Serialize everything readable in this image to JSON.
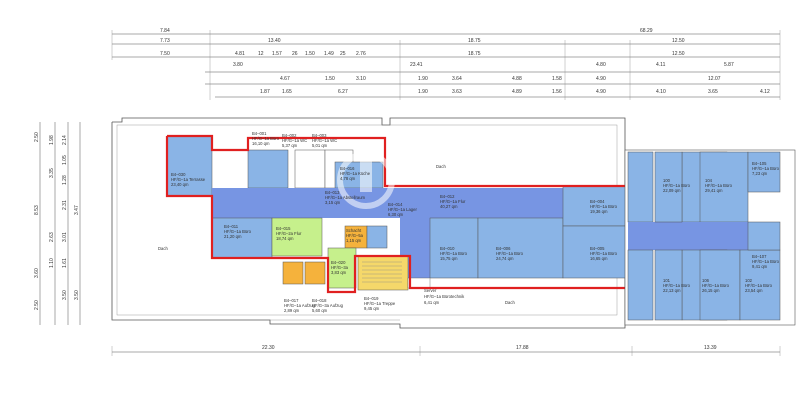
{
  "dims": {
    "row1": [
      "7.84",
      "68.29"
    ],
    "row2": [
      "7.73",
      "13.40",
      "18.75",
      "12.50"
    ],
    "row3": [
      "7.50",
      "4.81",
      "12",
      "1.57",
      "26",
      "1.50",
      "1.49",
      "25",
      "2.76",
      "18.75",
      "12.50"
    ],
    "row4": [
      "3.80",
      "23.41",
      "4.80",
      "4.11",
      "5.87"
    ],
    "row5": [
      "4.67",
      "1.50",
      "3.10",
      "1.90",
      "3.64",
      "4.88",
      "1.58",
      "4.90",
      "12.07"
    ],
    "row6": [
      "1.87",
      "1.65",
      "6.27",
      "1.90",
      "3.63",
      "4.89",
      "1.56",
      "4.90",
      "4.10",
      "3.65",
      "4.12"
    ],
    "left_outer": [
      "2.50",
      "8.53",
      "3.60",
      "2.50"
    ],
    "left_mid": [
      "1.98",
      "2.14",
      "3.35",
      "1.05",
      "1.28",
      "3.47",
      "2.31",
      "2.63",
      "3.01",
      "1.61",
      "1.10",
      "3.50",
      "3.50"
    ],
    "bottom": [
      "22.30",
      "17.88",
      "13.39"
    ]
  },
  "labels": {
    "dach_left": "Dach",
    "dach_top": "Dach",
    "dach_bottom": "Dach",
    "terrasse": [
      "B4–030",
      "HF/G–1a Terrasse",
      "23,40 qm"
    ],
    "r001": [
      "B4–001",
      "HF/G–1a Büro",
      "16,10 qm"
    ],
    "r002": [
      "B4–002",
      "HF/G–1a WC",
      "5,37 qm"
    ],
    "r003": [
      "B4–003",
      "HF/G–1a WC",
      "5,01 qm"
    ],
    "r004": [
      "B4–004",
      "HF/G–1a Büro",
      "19,36 qm"
    ],
    "r005": [
      "B4–005",
      "HF/G–1a Büro",
      "16,65 qm"
    ],
    "r006": [
      "B4–006",
      "HF/G–1a Büro",
      "24,74 qm"
    ],
    "r010": [
      "B4–010",
      "HF/G–1a Büro",
      "15,75 qm"
    ],
    "r011": [
      "B4–011",
      "HF/G–1a Büro",
      "21,20 qm"
    ],
    "r012": [
      "B4–012",
      "HF/G–1a Flur",
      "40,27 qm"
    ],
    "r013": [
      "B4–013",
      "HF/G–1a Abstellraum",
      "3,15 qm"
    ],
    "r014": [
      "B4–014",
      "HF/G–1a Lager",
      "6,30 qm"
    ],
    "r015": [
      "B4–015",
      "HF/G–2a Flur",
      "18,74 qm"
    ],
    "r016": [
      "B4–016",
      "HF/G–1a Küche",
      "4,78 qm"
    ],
    "r017": [
      "B4–017",
      "HF/G–1a Aufzug",
      "2,89 qm"
    ],
    "r018": [
      "B4–018",
      "HF/G–3a Aufzug",
      "5,60 qm"
    ],
    "r019": [
      "B4–019",
      "HF/G–1a Treppe",
      "9,45 qm"
    ],
    "r020": [
      "B4–020",
      "HF/G–3a",
      "3,83 qm"
    ],
    "r021": [
      "Server",
      "HF/G–1a Bürotechnik",
      "6,41 qm"
    ],
    "r022": [
      "Schacht",
      "HF/G–5a",
      "1,15 qm"
    ],
    "r100": [
      "100",
      "HF/G–1a Büro",
      "22,09 qm"
    ],
    "r104": [
      "104",
      "HF/G–1a Büro",
      "29,41 qm"
    ],
    "r105": [
      "B4–105",
      "HF/G–1a Büro",
      "7,23 qm"
    ],
    "r101": [
      "101",
      "HF/G–1a Büro",
      "22,13 qm"
    ],
    "r106": [
      "106",
      "HF/G–1a Büro",
      "26,15 qm"
    ],
    "r102": [
      "102",
      "HF/G–1a Büro",
      "23,54 qm"
    ],
    "r107": [
      "B4–107",
      "HF/G–1a Büro",
      "9,41 qm"
    ]
  },
  "colors": {
    "office": "#8ab4e6",
    "corridor": "#7795e3",
    "green": "#c6f08c",
    "orange": "#f5b23c",
    "yellow": "#f5d86a",
    "red": "#e8262a",
    "highlight": "#e02020"
  }
}
